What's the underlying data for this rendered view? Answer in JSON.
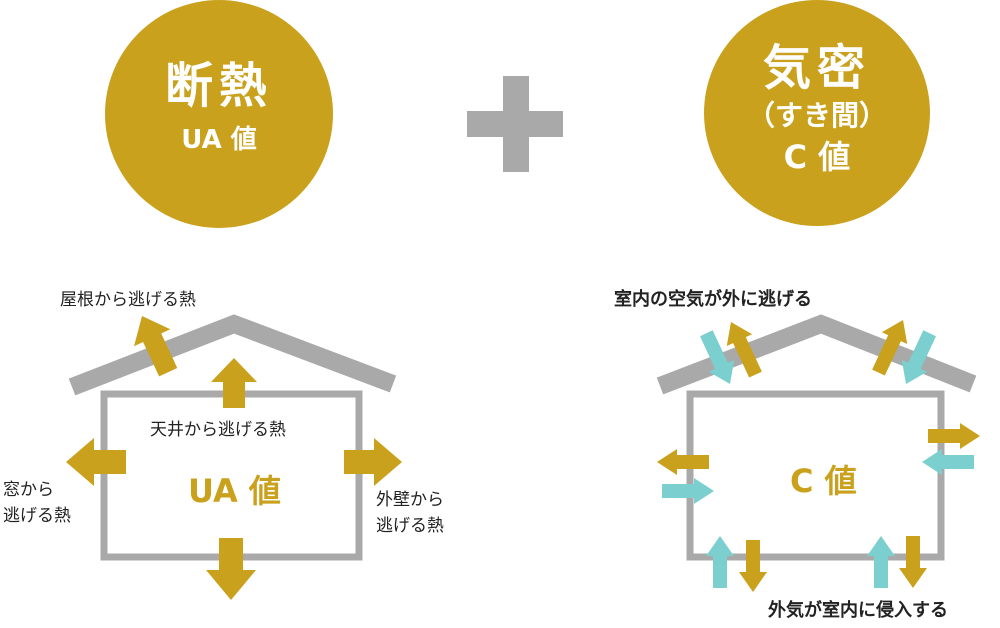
{
  "badges": {
    "left": {
      "title": "断熱",
      "subtitle": "UA 値"
    },
    "right": {
      "title": "気密",
      "paren": "（すき間）",
      "subtitle": "C 値"
    }
  },
  "operator": "+",
  "left_house": {
    "labels": {
      "roof": "屋根から逃げる熱",
      "ceiling": "天井から逃げる熱",
      "window_line1": "窓から",
      "window_line2": "逃げる熱",
      "wall_line1": "外壁から",
      "wall_line2": "逃げる熱"
    },
    "center_value": "UA 値"
  },
  "right_house": {
    "labels": {
      "top": "室内の空気が外に逃げる",
      "bottom": "外気が室内に侵入する"
    },
    "center_value": "C 値"
  },
  "colors": {
    "gold": "#c9a11c",
    "gray": "#a9a9a9",
    "teal": "#7ccfcf"
  }
}
